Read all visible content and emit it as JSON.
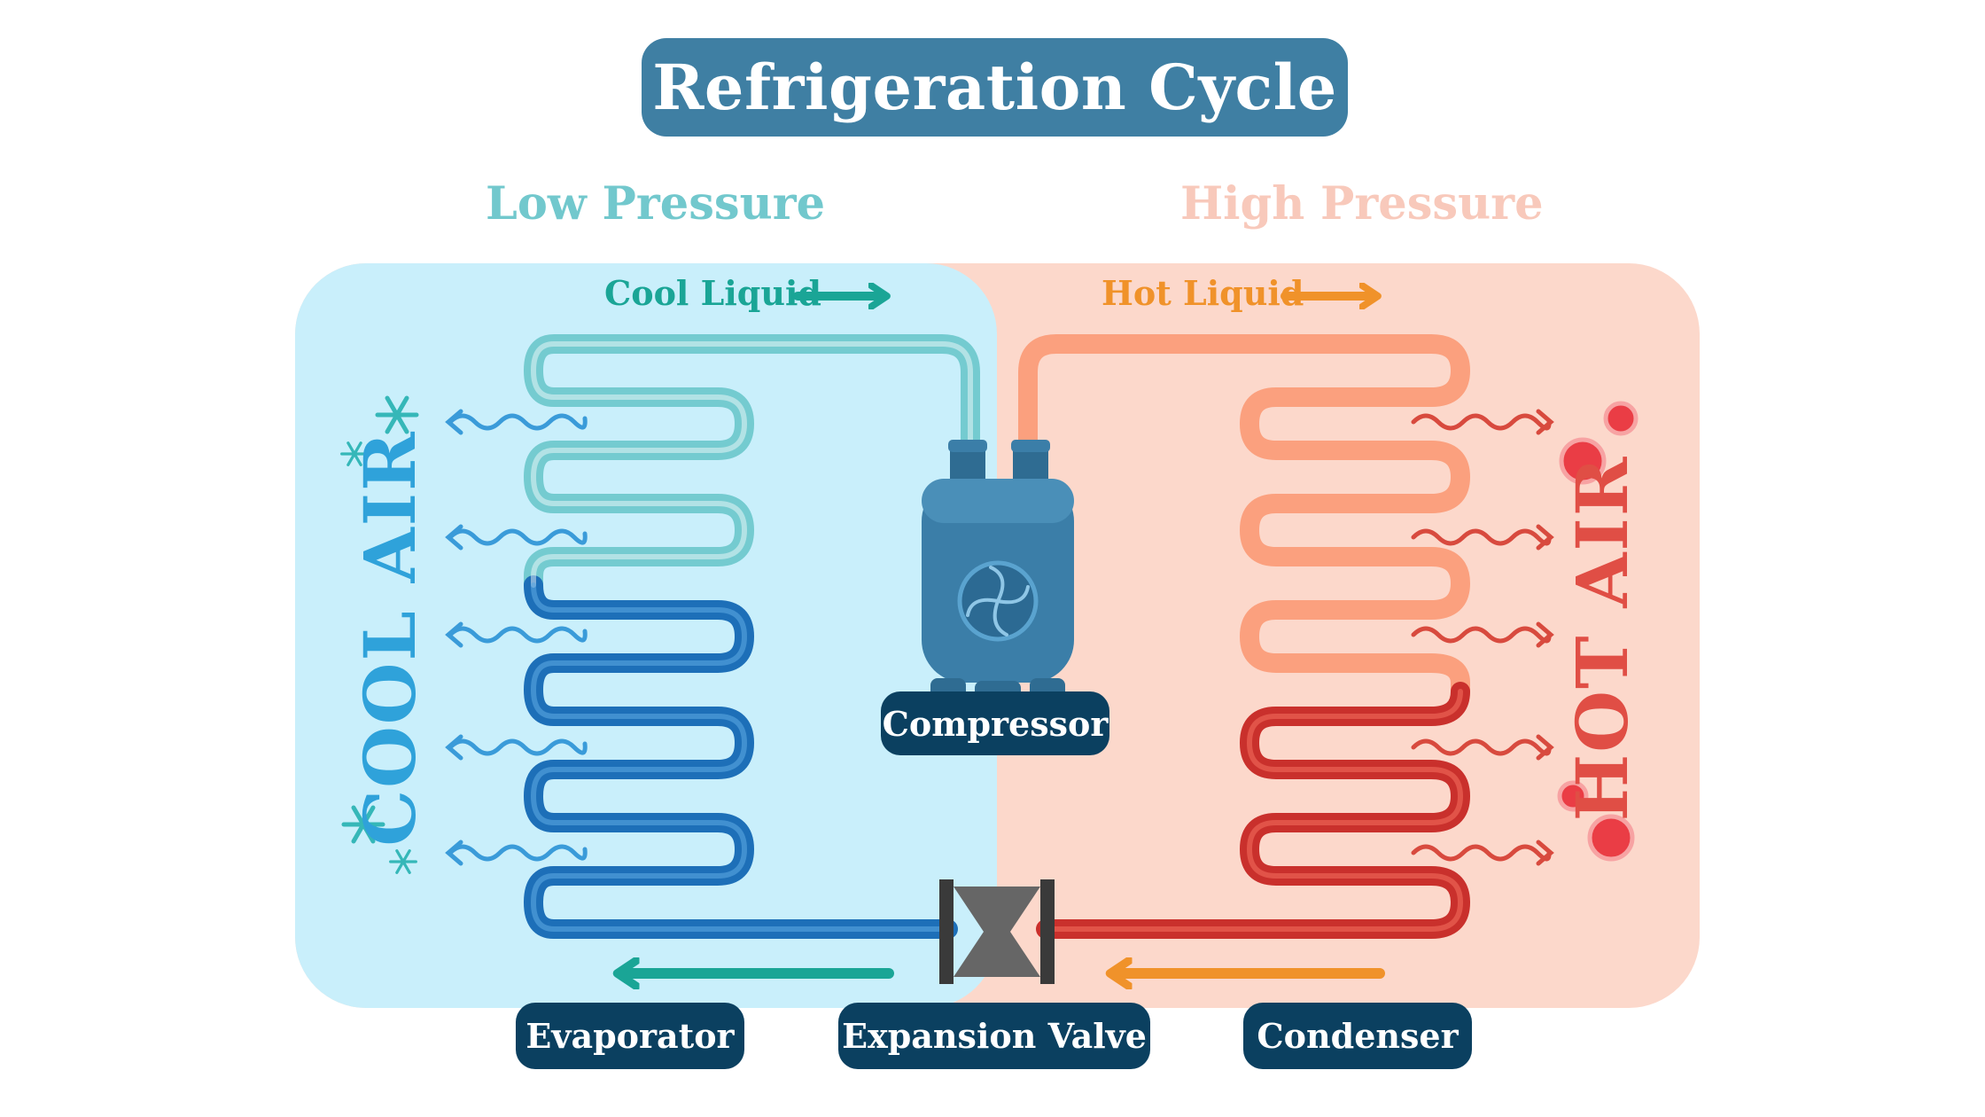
{
  "title": "Refrigeration Cycle",
  "regions": {
    "low": "Low Pressure",
    "high": "High Pressure"
  },
  "flows": {
    "cool": "Cool Liquid",
    "hot": "Hot Liquid"
  },
  "air": {
    "cool": "COOL AIR",
    "hot": "HOT AIR"
  },
  "components": {
    "compressor": "Compressor",
    "evaporator": "Evaporator",
    "expansion_valve": "Expansion Valve",
    "condenser": "Condenser"
  },
  "colors": {
    "low_bg": "#c9effb",
    "high_bg": "#fcd8cb",
    "title_bg": "#3f7fa3",
    "pill_bg": "#0b4060",
    "cool_pipe": "#74cbd0",
    "cold_pipe": "#1d6fb8",
    "warm_pipe": "#fba07e",
    "hot_pipe": "#c9302c",
    "cool_arrow": "#1aa596",
    "hot_arrow": "#f0922a"
  }
}
